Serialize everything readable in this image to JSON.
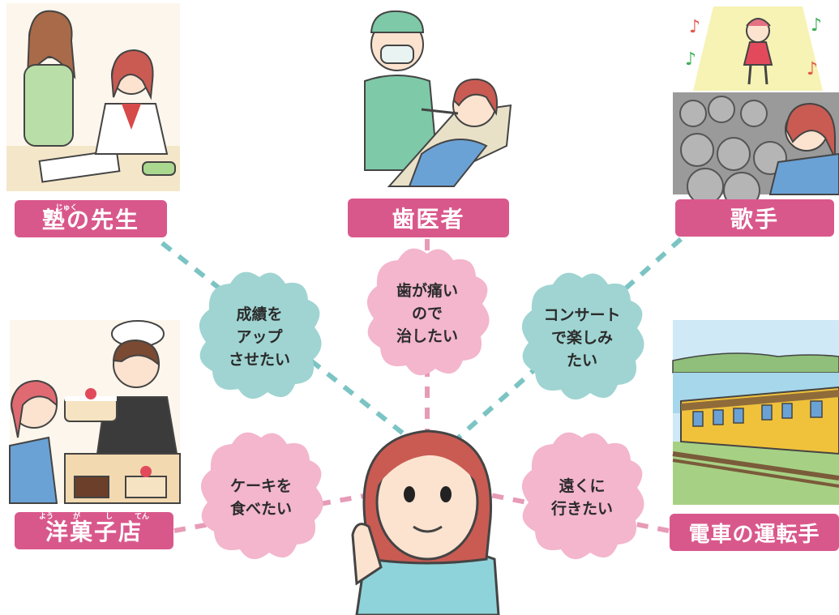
{
  "occupations": {
    "juku_teacher": {
      "label": "塾の先生",
      "ruby": "じゅく"
    },
    "dentist": {
      "label": "歯医者"
    },
    "singer": {
      "label": "歌手"
    },
    "patissier": {
      "label": "洋菓子店",
      "ruby": [
        "よう",
        "が",
        "し",
        "てん"
      ]
    },
    "train_driver": {
      "label": "電車の運転手"
    }
  },
  "wishes": {
    "grades": [
      "成績を",
      "アップ",
      "させたい"
    ],
    "teeth": [
      "歯が痛い",
      "ので",
      "治したい"
    ],
    "concert": [
      "コンサート",
      "で楽しみ",
      "たい"
    ],
    "cake": [
      "ケーキを",
      "食べたい"
    ],
    "travel": [
      "遠くに",
      "行きたい"
    ]
  },
  "colors": {
    "label_pink": "#d9588c",
    "bubble_teal": "#9fd4d2",
    "bubble_pink": "#f3b6cc",
    "dash_teal": "#7cc4c4",
    "dash_pink": "#e79bb6"
  }
}
